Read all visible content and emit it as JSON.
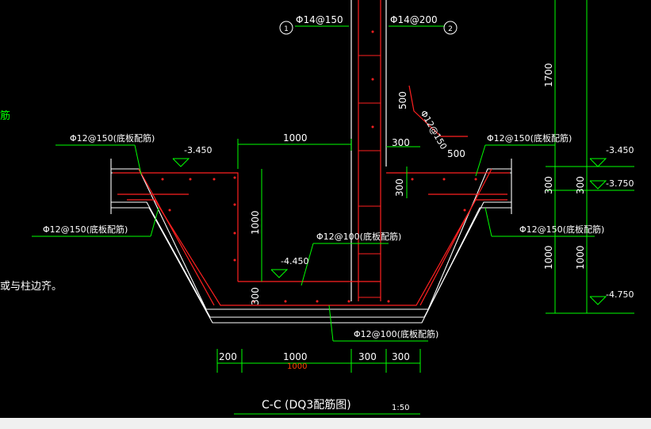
{
  "labels": {
    "bar_1": "Φ14@150",
    "bar_2": "Φ14@200",
    "marker_1": "1",
    "marker_2": "2",
    "bar_bottom_left_top": "Φ12@150(底板配筋)",
    "bar_bottom_right_top": "Φ12@150(底板配筋)",
    "bar_bottom_left_lower": "Φ12@150(底板配筋)",
    "bar_bottom_right_lower": "Φ12@150(底板配筋)",
    "bar_mid": "Φ12@100(底板配筋)",
    "bar_low": "Φ12@100(底板配筋)",
    "bar_diag": "Φ12@150",
    "dim_500_a": "500",
    "dim_500_b": "500",
    "dim_1000_top": "1000",
    "dim_300_top": "300",
    "dim_300_vert": "300",
    "dim_1000_vert": "1000",
    "dim_300_low": "300",
    "dim_200": "200",
    "dim_1000_bottom": "1000",
    "dim_1000_red": "1000",
    "dim_300_b1": "300",
    "dim_300_b2": "300",
    "dim_right_1700": "1700",
    "dim_right_300a": "300",
    "dim_right_300b": "300",
    "dim_right_1000a": "1000",
    "dim_right_1000b": "1000",
    "elev_left": "-3.450",
    "elev_right_1": "-3.450",
    "elev_right_2": "-3.750",
    "elev_mid": "-4.450",
    "elev_right_3": "-4.750",
    "side_text_1": "筋",
    "side_text_2": "或与柱边齐。",
    "title": "C-C (DQ3配筋图)",
    "scale": "1:50"
  },
  "colors": {
    "background": "#000000",
    "rebar": "#ff2020",
    "outline": "#ffffff",
    "dimension": "#00ff00",
    "text": "#ffffff"
  }
}
